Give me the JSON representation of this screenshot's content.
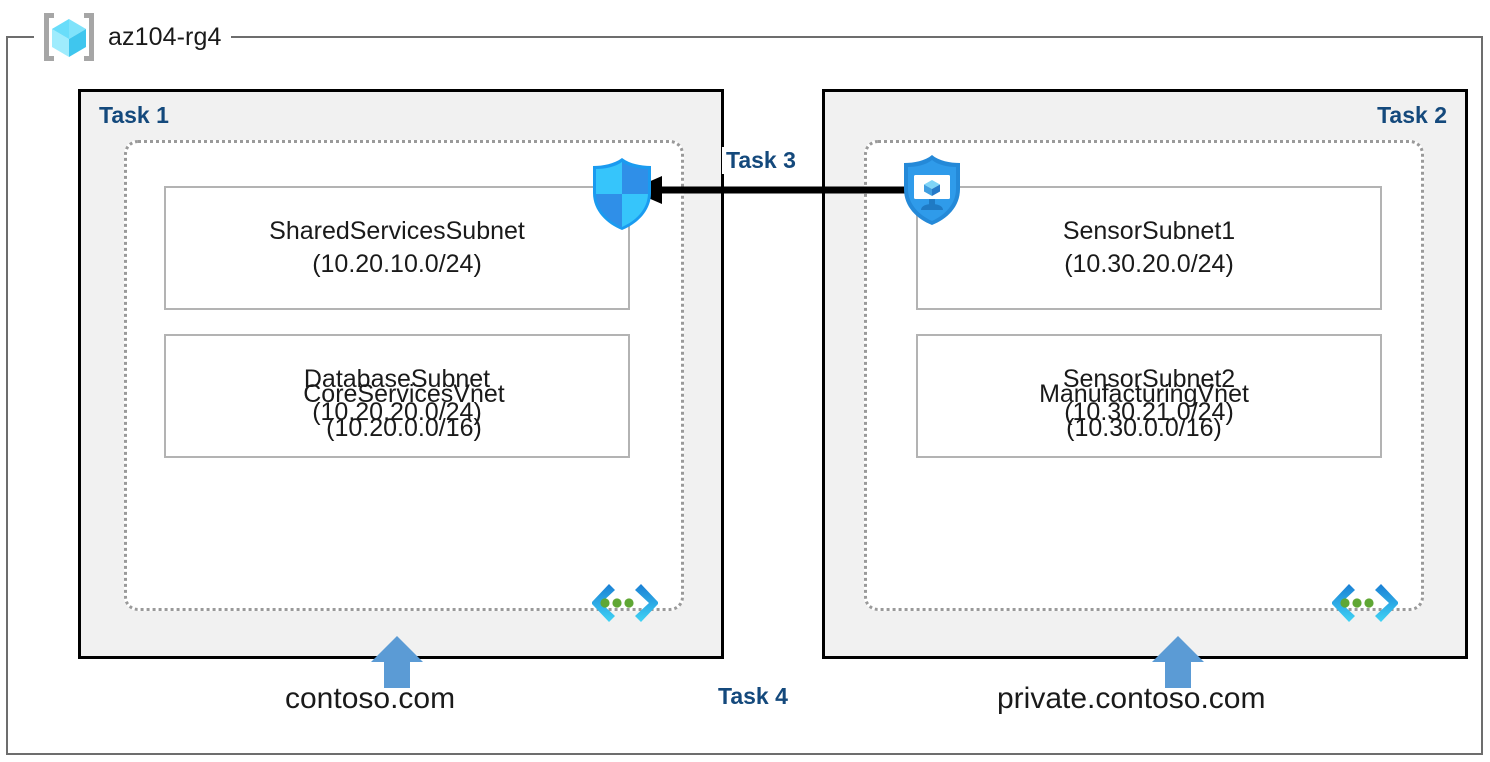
{
  "diagram": {
    "title": "az104-rg4",
    "resource_group_icon": "azure-resource-group-icon",
    "colors": {
      "task_label": "#14497C",
      "panel_fill": "#F1F1F1",
      "panel_border": "#000000",
      "vnet_border": "#9A9A9A",
      "subnet_border": "#B3B3B3",
      "rg_border": "#6D6D6D",
      "dns_arrow": "#5B9BD5",
      "peering_arrow": "#000000",
      "vnet_glyph_bracket": "#1F8FE0",
      "vnet_glyph_dot": "#5FA734",
      "bastion_shield": "#2489D8",
      "nsg_shield": "#32B1F5"
    }
  },
  "tasks": {
    "task1": "Task 1",
    "task2": "Task 2",
    "task3": "Task 3",
    "task4": "Task 4"
  },
  "vnets": [
    {
      "id": "core-services",
      "name": "CoreServicesVnet",
      "cidr": "(10.20.0.0/16)",
      "glyph": "vnet-icon",
      "dns_zone": "contoso.com",
      "subnets": [
        {
          "name": "SharedServicesSubnet",
          "cidr": "(10.20.10.0/24)"
        },
        {
          "name": "DatabaseSubnet",
          "cidr": "(10.20.20.0/24)"
        }
      ]
    },
    {
      "id": "manufacturing",
      "name": "ManufacturingVnet",
      "cidr": "(10.30.0.0/16)",
      "glyph": "vnet-icon",
      "dns_zone": "private.contoso.com",
      "subnets": [
        {
          "name": "SensorSubnet1",
          "cidr": "(10.30.20.0/24)"
        },
        {
          "name": "SensorSubnet2",
          "cidr": "(10.30.21.0/24)"
        }
      ]
    }
  ],
  "icons": {
    "nsg": "network-security-group-shield-icon",
    "bastion": "azure-bastion-shield-icon",
    "peering": "peering-arrow-left-icon",
    "dns_arrow": "dns-up-arrow-icon"
  }
}
